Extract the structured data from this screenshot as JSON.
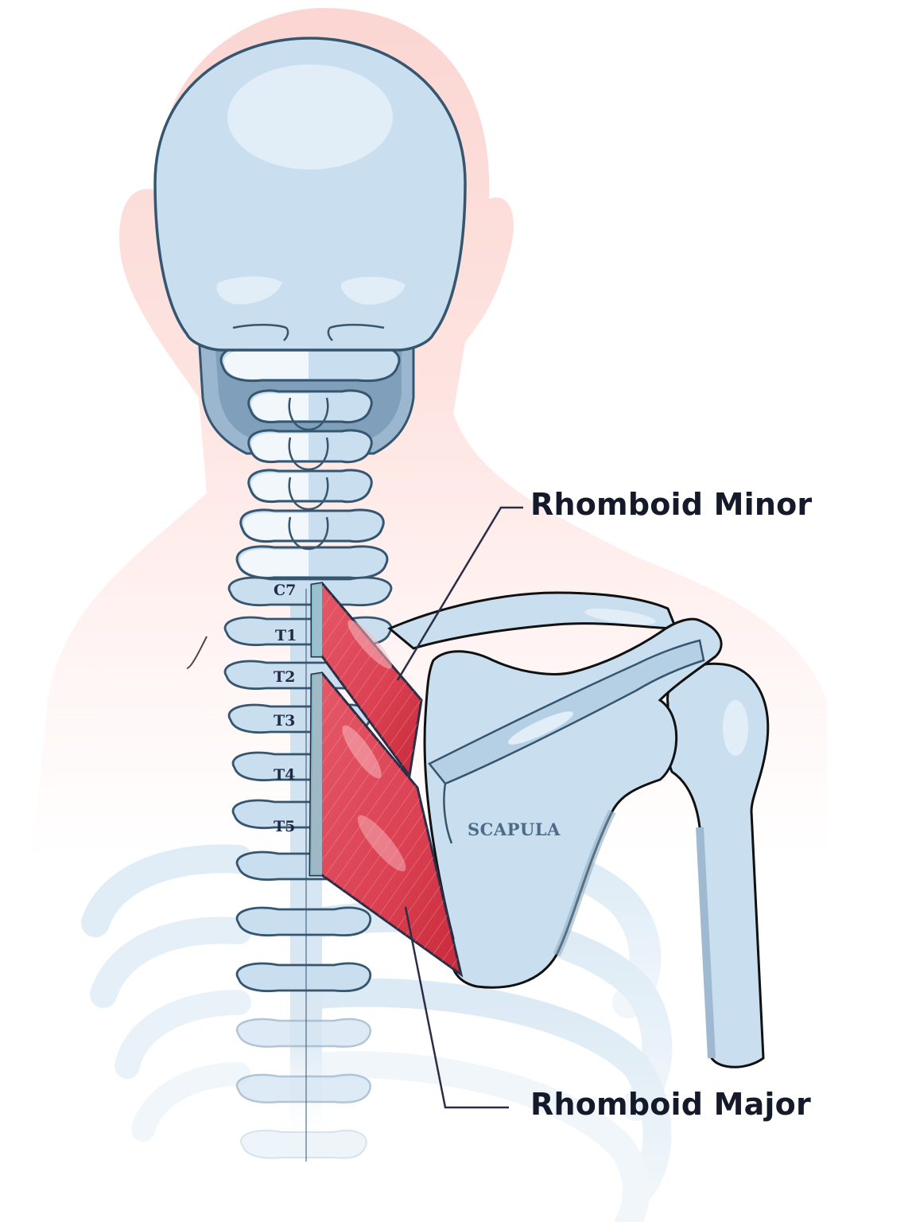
{
  "diagram": {
    "subject": "Rhomboid muscles, posterior view of neck and upper back",
    "callouts": [
      {
        "id": "rhomboid-minor",
        "label": "Rhomboid Minor"
      },
      {
        "id": "rhomboid-major",
        "label": "Rhomboid Major"
      }
    ],
    "vertebrae_labels": [
      "C7",
      "T1",
      "T2",
      "T3",
      "T4",
      "T5"
    ],
    "bone_labels": {
      "scapula": "SCAPULA"
    },
    "colors": {
      "skin": "#fbd6d2",
      "bone": "#c9dfef",
      "bone_highlight": "#e1eef8",
      "bone_shadow": "#8fb0c9",
      "outline": "#36566f",
      "muscle": "#e04b5c",
      "muscle_dark": "#c8303f",
      "label_text": "#141a2a",
      "scapula_text": "#4c6b86"
    }
  }
}
